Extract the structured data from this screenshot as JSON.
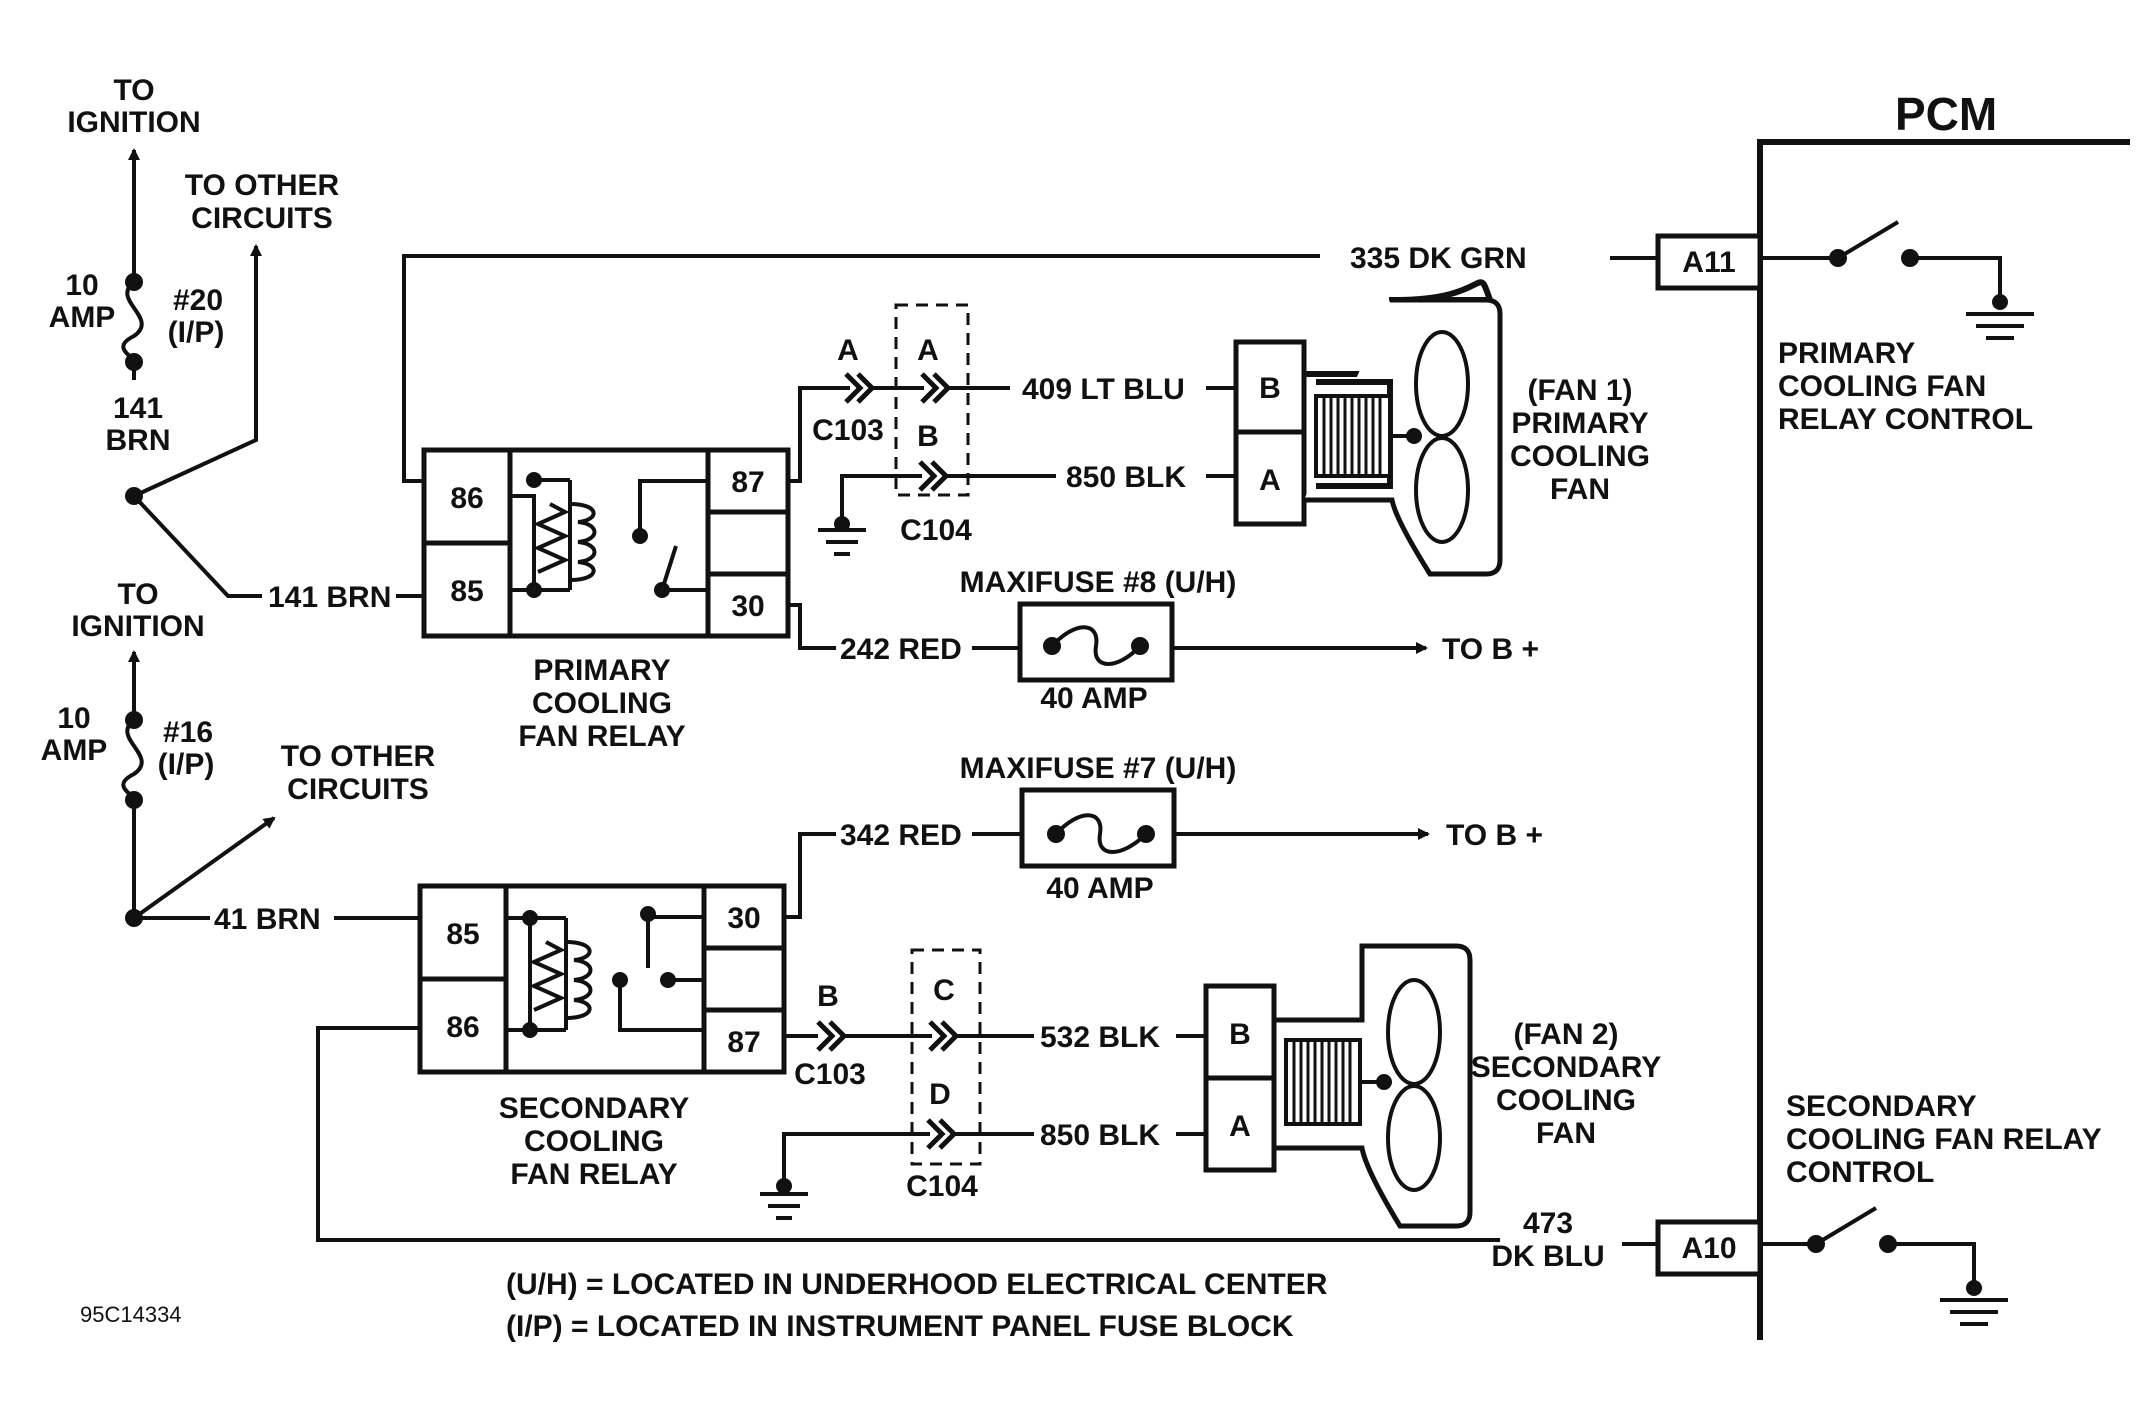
{
  "pcm": {
    "label": "PCM",
    "pin_a11": "A11",
    "pin_a10": "A10"
  },
  "fuse20": {
    "line1": "TO",
    "line2": "IGNITION",
    "amp1": "10",
    "amp2": "AMP",
    "num": "#20",
    "loc": "(I/P)",
    "other1": "TO OTHER",
    "other2": "CIRCUITS",
    "wire_a": "141",
    "wire_b": "BRN",
    "wire_c": "141 BRN"
  },
  "fuse16": {
    "line1": "TO",
    "line2": "IGNITION",
    "amp1": "10",
    "amp2": "AMP",
    "num": "#16",
    "loc": "(I/P)",
    "other1": "TO OTHER",
    "other2": "CIRCUITS",
    "wire": "41 BRN"
  },
  "primary_relay": {
    "pin86": "86",
    "pin85": "85",
    "pin87": "87",
    "pin30": "30",
    "name1": "PRIMARY",
    "name2": "COOLING",
    "name3": "FAN RELAY"
  },
  "secondary_relay": {
    "pin85": "85",
    "pin86": "86",
    "pin30": "30",
    "pin87": "87",
    "name1": "SECONDARY",
    "name2": "COOLING",
    "name3": "FAN RELAY"
  },
  "wires": {
    "w335": "335 DK GRN",
    "w409": "409 LT BLU",
    "w850a": "850 BLK",
    "w242": "242 RED",
    "w342": "342 RED",
    "w532": "532 BLK",
    "w850b": "850 BLK",
    "w473a": "473",
    "w473b": "DK BLU"
  },
  "connectors": {
    "c103": "C103",
    "c104": "C104",
    "A": "A",
    "B": "B",
    "C": "C",
    "D": "D"
  },
  "maxifuse8": {
    "title": "MAXIFUSE #8 (U/H)",
    "amp": "40 AMP",
    "dest": "TO B +"
  },
  "maxifuse7": {
    "title": "MAXIFUSE #7 (U/H)",
    "amp": "40 AMP",
    "dest": "TO B +"
  },
  "fan1": {
    "pinB": "B",
    "pinA": "A",
    "l1": "(FAN 1)",
    "l2": "PRIMARY",
    "l3": "COOLING",
    "l4": "FAN"
  },
  "fan2": {
    "pinB": "B",
    "pinA": "A",
    "l1": "(FAN 2)",
    "l2": "SECONDARY",
    "l3": "COOLING",
    "l4": "FAN"
  },
  "pcm_primary": {
    "l1": "PRIMARY",
    "l2": "COOLING FAN",
    "l3": "RELAY CONTROL"
  },
  "pcm_secondary": {
    "l1": "SECONDARY",
    "l2": "COOLING FAN RELAY",
    "l3": "CONTROL"
  },
  "notes": {
    "uh": "(U/H) = LOCATED IN UNDERHOOD ELECTRICAL CENTER",
    "ip": "(I/P) = LOCATED IN INSTRUMENT PANEL FUSE BLOCK",
    "code": "95C14334"
  }
}
